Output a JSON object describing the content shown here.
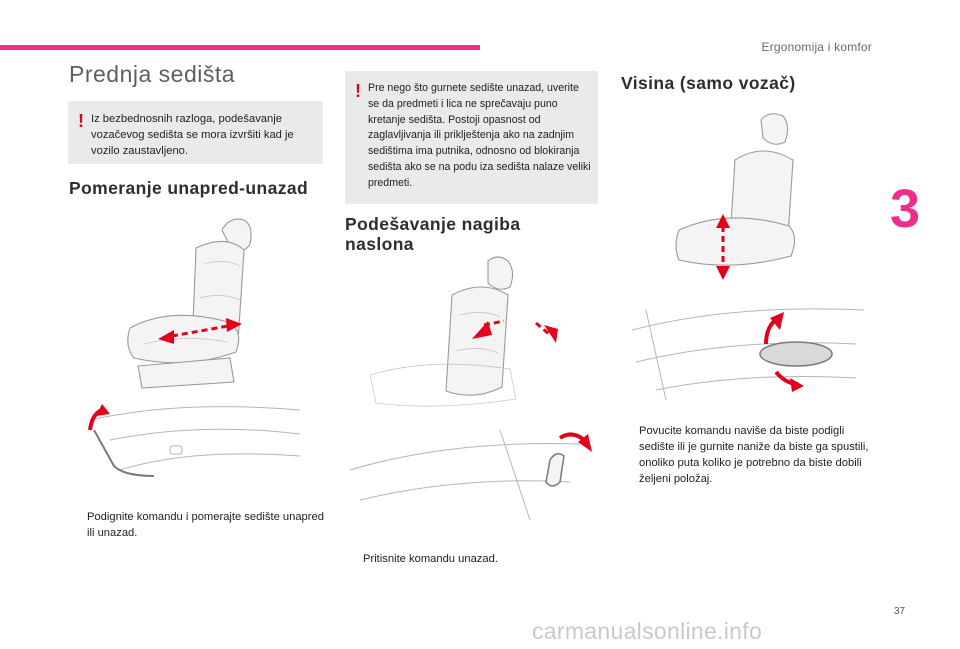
{
  "header": {
    "section": "Ergonomija i komfor",
    "chapter": "3"
  },
  "title": "Prednja sedišta",
  "warning1": {
    "icon": "!",
    "text": "Iz bezbednosnih razloga, podešavanje vozačevog sedišta se mora izvršiti kad je vozilo zaustavljeno."
  },
  "section1": {
    "heading": "Pomeranje unapred-unazad",
    "instruction": "Podignite komandu i pomerajte sedište unapred ili unazad."
  },
  "warning2": {
    "icon": "!",
    "text": "Pre nego što gurnete sedište unazad, uverite se da predmeti i lica ne sprečavaju puno kretanje sedišta. Postoji opasnost od zaglavljivanja ili priklještenja ako na zadnjim sedištima ima putnika, odnosno od blokiranja sedišta ako se na podu iza sedišta nalaze veliki predmeti."
  },
  "section2": {
    "heading": "Podešavanje nagiba naslona",
    "instruction": "Pritisnite komandu unazad."
  },
  "section3": {
    "heading": "Visina (samo vozač)",
    "instruction": "Povucite komandu naviše da biste podigli sedište ili je gurnite naniže da biste ga spustili, onoliko puta koliko je potrebno da biste dobili željeni položaj."
  },
  "bullet_icon": "",
  "footer": {
    "page": "37",
    "watermark": "carmanualsonline.info"
  },
  "colors": {
    "accent": "#ee2e8b",
    "warning": "#e2001a",
    "box": "#e9eaea"
  }
}
